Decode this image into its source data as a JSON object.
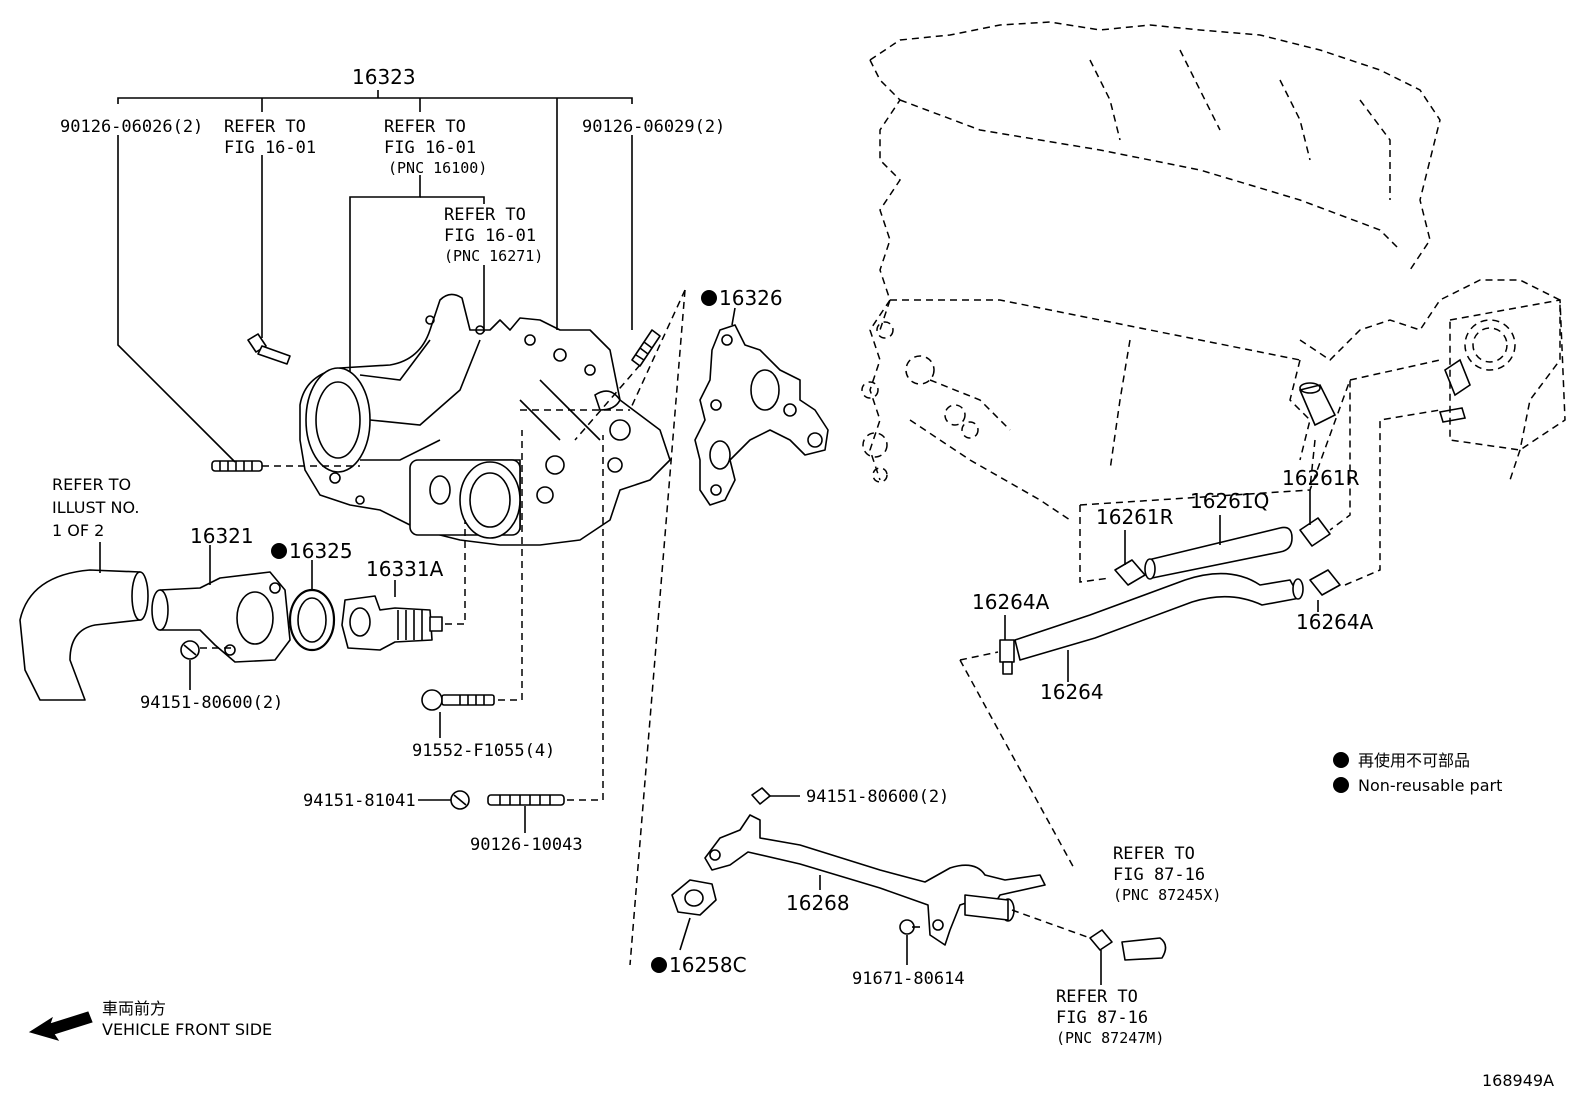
{
  "diagram": {
    "figure_id": "168949A",
    "callouts": {
      "c16323": "16323",
      "c90126_06026": "90126-06026(2)",
      "c90126_06029": "90126-06029(2)",
      "c16326": "16326",
      "c16321": "16321",
      "c16325": "16325",
      "c16331A": "16331A",
      "c94151_80600_a": "94151-80600(2)",
      "c91552": "91552-F1055(4)",
      "c94151_81041": "94151-81041",
      "c90126_10043": "90126-10043",
      "c16261R_a": "16261R",
      "c16261Q": "16261Q",
      "c16261R_b": "16261R",
      "c16264A_a": "16264A",
      "c16264A_b": "16264A",
      "c16264": "16264",
      "c94151_80600_b": "94151-80600(2)",
      "c16268": "16268",
      "c16258C": "16258C",
      "c91671": "91671-80614"
    },
    "refers": {
      "r1": {
        "l1": "REFER TO",
        "l2": "FIG 16-01"
      },
      "r2": {
        "l1": "REFER TO",
        "l2": "FIG 16-01",
        "l3": "(PNC 16100)"
      },
      "r3": {
        "l1": "REFER TO",
        "l2": "FIG 16-01",
        "l3": "(PNC 16271)"
      },
      "r4": {
        "l1": "REFER TO",
        "l2": "ILLUST NO.",
        "l3": "1 OF 2"
      },
      "r5": {
        "l1": "REFER TO",
        "l2": "FIG 87-16",
        "l3": "(PNC 87245X)"
      },
      "r6": {
        "l1": "REFER TO",
        "l2": "FIG 87-16",
        "l3": "(PNC 87247M)"
      }
    },
    "legend": {
      "jp": "再使用不可部品",
      "en": "Non-reusable part"
    },
    "front": {
      "jp": "車両前方",
      "en": "VEHICLE FRONT SIDE"
    }
  }
}
